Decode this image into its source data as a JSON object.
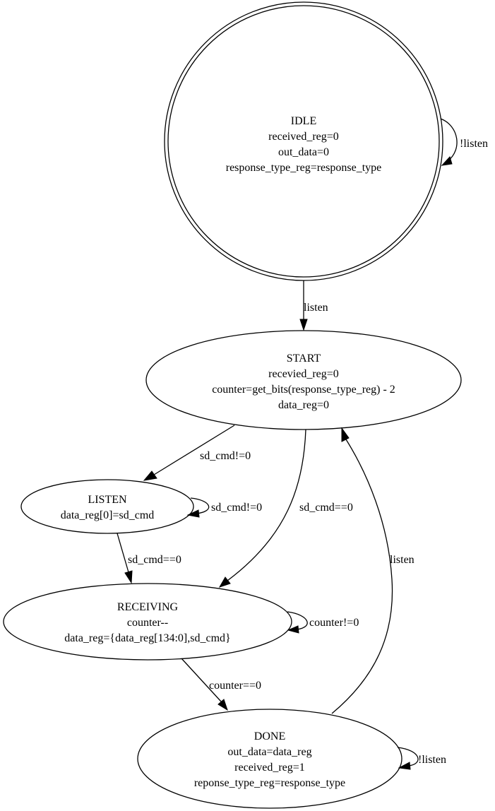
{
  "diagram": {
    "type": "state-machine",
    "nodes": [
      {
        "id": "IDLE",
        "name": "IDLE",
        "lines": [
          "received_reg=0",
          "out_data=0",
          "response_type_reg=response_type"
        ],
        "accepting": true
      },
      {
        "id": "START",
        "name": "START",
        "lines": [
          "recevied_reg=0",
          "counter=get_bits(response_type_reg) - 2",
          "data_reg=0"
        ]
      },
      {
        "id": "LISTEN",
        "name": "LISTEN",
        "lines": [
          "data_reg[0]=sd_cmd"
        ]
      },
      {
        "id": "RECEIVING",
        "name": "RECEIVING",
        "lines": [
          "counter--",
          "data_reg={data_reg[134:0],sd_cmd}"
        ]
      },
      {
        "id": "DONE",
        "name": "DONE",
        "lines": [
          "out_data=data_reg",
          "received_reg=1",
          "reponse_type_reg=response_type"
        ]
      }
    ],
    "edges": [
      {
        "from": "IDLE",
        "to": "IDLE",
        "label": "!listen"
      },
      {
        "from": "IDLE",
        "to": "START",
        "label": "listen"
      },
      {
        "from": "START",
        "to": "LISTEN",
        "label": "sd_cmd!=0"
      },
      {
        "from": "START",
        "to": "RECEIVING",
        "label": "sd_cmd==0"
      },
      {
        "from": "LISTEN",
        "to": "LISTEN",
        "label": "sd_cmd!=0"
      },
      {
        "from": "LISTEN",
        "to": "RECEIVING",
        "label": "sd_cmd==0"
      },
      {
        "from": "RECEIVING",
        "to": "RECEIVING",
        "label": "counter!=0"
      },
      {
        "from": "RECEIVING",
        "to": "DONE",
        "label": "counter==0"
      },
      {
        "from": "DONE",
        "to": "DONE",
        "label": "!listen"
      },
      {
        "from": "DONE",
        "to": "START",
        "label": "listen"
      }
    ]
  }
}
